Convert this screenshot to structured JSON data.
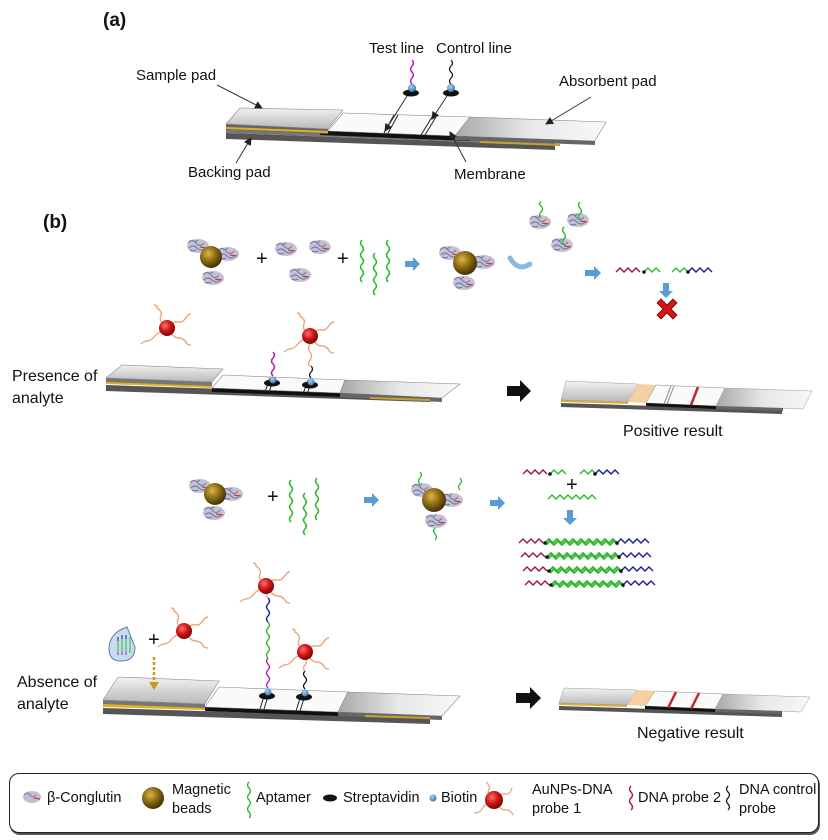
{
  "panels": {
    "a": "(a)",
    "b": "(b)"
  },
  "strip_labels": {
    "sample_pad": "Sample pad",
    "backing_pad": "Backing pad",
    "test_line": "Test line",
    "control_line": "Control line",
    "absorbent_pad": "Absorbent pad",
    "membrane": "Membrane"
  },
  "conditions": {
    "presence": {
      "line1": "Presence of",
      "line2": "analyte",
      "result": "Positive result"
    },
    "absence": {
      "line1": "Absence of",
      "line2": "analyte",
      "result": "Negative result"
    }
  },
  "operators": {
    "plus": "+"
  },
  "legend": [
    {
      "icon": "protein-icon",
      "label": "β-Conglutin"
    },
    {
      "icon": "magnetic-bead-icon",
      "label": "Magnetic beads"
    },
    {
      "icon": "aptamer-icon",
      "label": "Aptamer"
    },
    {
      "icon": "streptavidin-icon",
      "label": "Streptavidin"
    },
    {
      "icon": "biotin-icon",
      "label": "Biotin"
    },
    {
      "icon": "aunp-icon",
      "label": "AuNPs-DNA probe 1"
    },
    {
      "icon": "dna-probe-2-icon",
      "label": "DNA probe 2"
    },
    {
      "icon": "dna-control-probe-icon",
      "label": "DNA control probe"
    }
  ],
  "legend_lines": {
    "magnetic_1": "Magnetic",
    "magnetic_2": "beads",
    "aunp_1": "AuNPs-DNA",
    "aunp_2": "probe 1",
    "control_1": "DNA control",
    "control_2": "probe"
  },
  "colors": {
    "aptamer": "#2db82d",
    "bead": "#8a6a12",
    "aunp": "#d01515",
    "probe2": "#a01040",
    "probe1_tail": "#1a1a9a",
    "test_probe": "#b020b0",
    "arrow_blue": "#5b9bd5",
    "backing_stripe": "#e0b020",
    "conjugate_pad": "#f5d0a0",
    "red_line": "#c0282a"
  }
}
